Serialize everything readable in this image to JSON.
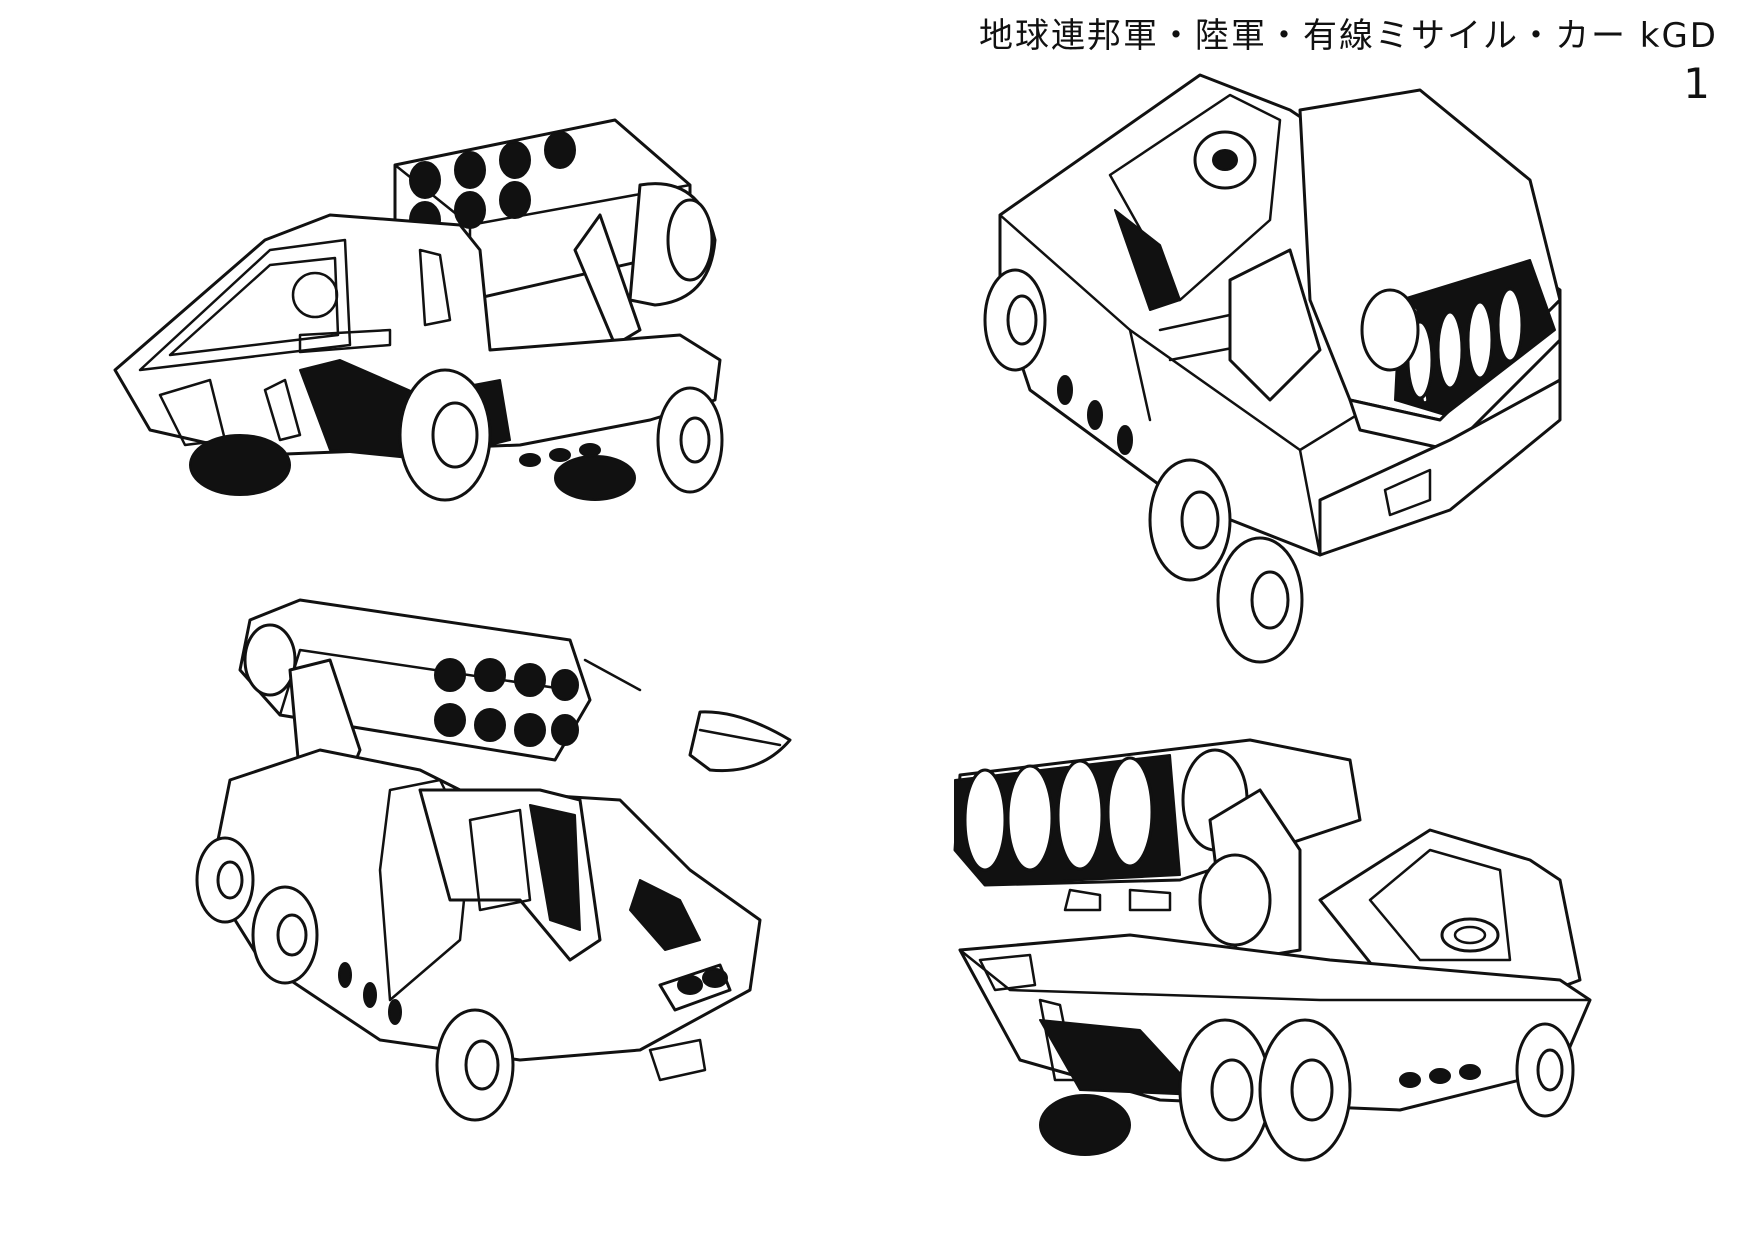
{
  "sheet": {
    "title": "地球連邦軍・陸軍・有線ミサイル・カー kGD",
    "page_number": "1"
  },
  "views": [
    {
      "view": "front-left"
    },
    {
      "view": "rear-right-top"
    },
    {
      "view": "front-right-top"
    },
    {
      "view": "rear-left"
    }
  ],
  "colors": {
    "ink": "#111111",
    "paper": "#ffffff"
  }
}
